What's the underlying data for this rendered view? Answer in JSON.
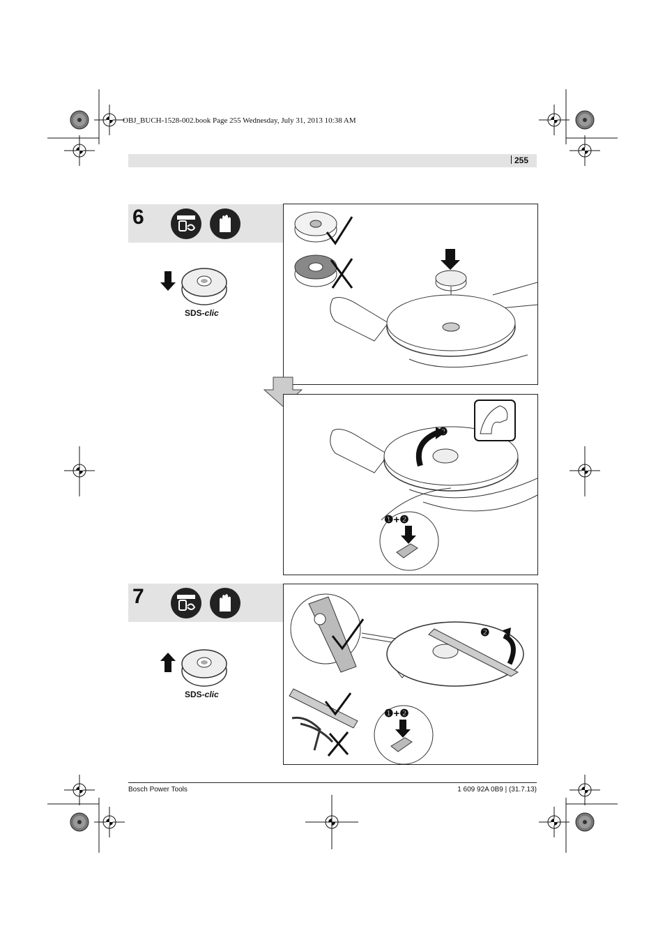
{
  "file_info": "OBJ_BUCH-1528-002.book  Page 255  Wednesday, July 31, 2013  10:38 AM",
  "page_number": "255",
  "steps": [
    {
      "number": "6",
      "brand_label": "SDS-",
      "brand_italic": "clic",
      "badge_left": "❷",
      "combo_left": "❶",
      "combo_plus": "+",
      "combo_right": "❷"
    },
    {
      "number": "7",
      "brand_label": "SDS-",
      "brand_italic": "clic",
      "badge_left": "❷",
      "combo_left": "❶",
      "combo_plus": "+",
      "combo_right": "❷"
    }
  ],
  "footer": {
    "left": "Bosch Power Tools",
    "right": "1 609 92A 0B9 | (31.7.13)"
  },
  "icons": [
    "unplug-icon",
    "gloves-icon",
    "arrow-down-icon",
    "arrow-up-icon",
    "checkmark-icon",
    "cross-icon",
    "registration-mark-icon"
  ]
}
